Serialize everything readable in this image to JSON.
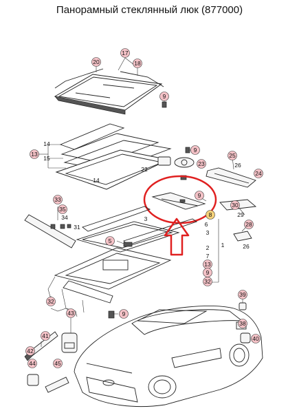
{
  "title": "Панорамный стеклянный люк (877000)",
  "accents": {
    "callout_fill": "#f4c2c7",
    "highlight_ring": "#e02020",
    "arrow": "#e02020",
    "highlight_callout": "#f5d27a"
  },
  "labels": {
    "c20": "20",
    "c17": "17",
    "c18": "18",
    "c9a": "9",
    "c14a": "14",
    "c13": "13",
    "c15": "15",
    "c14b": "14",
    "c9b": "9",
    "c23": "23",
    "c22": "22",
    "c25": "25",
    "c26a": "26",
    "c24": "24",
    "c8": "8",
    "c6": "6",
    "c30": "30",
    "c29": "29",
    "c28": "28",
    "c26b": "26",
    "c33": "33",
    "c35": "35",
    "c34": "34",
    "c31": "31",
    "c3a": "3",
    "c5": "5",
    "c3b": "3",
    "c2": "2",
    "c7": "7",
    "c13b": "13",
    "c9c": "9",
    "c32a": "32",
    "c32b": "32",
    "c9d": "9",
    "c1": "1",
    "c39": "39",
    "c38": "38",
    "c40": "40",
    "c43": "43",
    "c41": "41",
    "c42": "42",
    "c44": "44",
    "c45": "45"
  },
  "icons": [
    "screw-icon",
    "arrow-up-icon",
    "highlight-ring"
  ]
}
